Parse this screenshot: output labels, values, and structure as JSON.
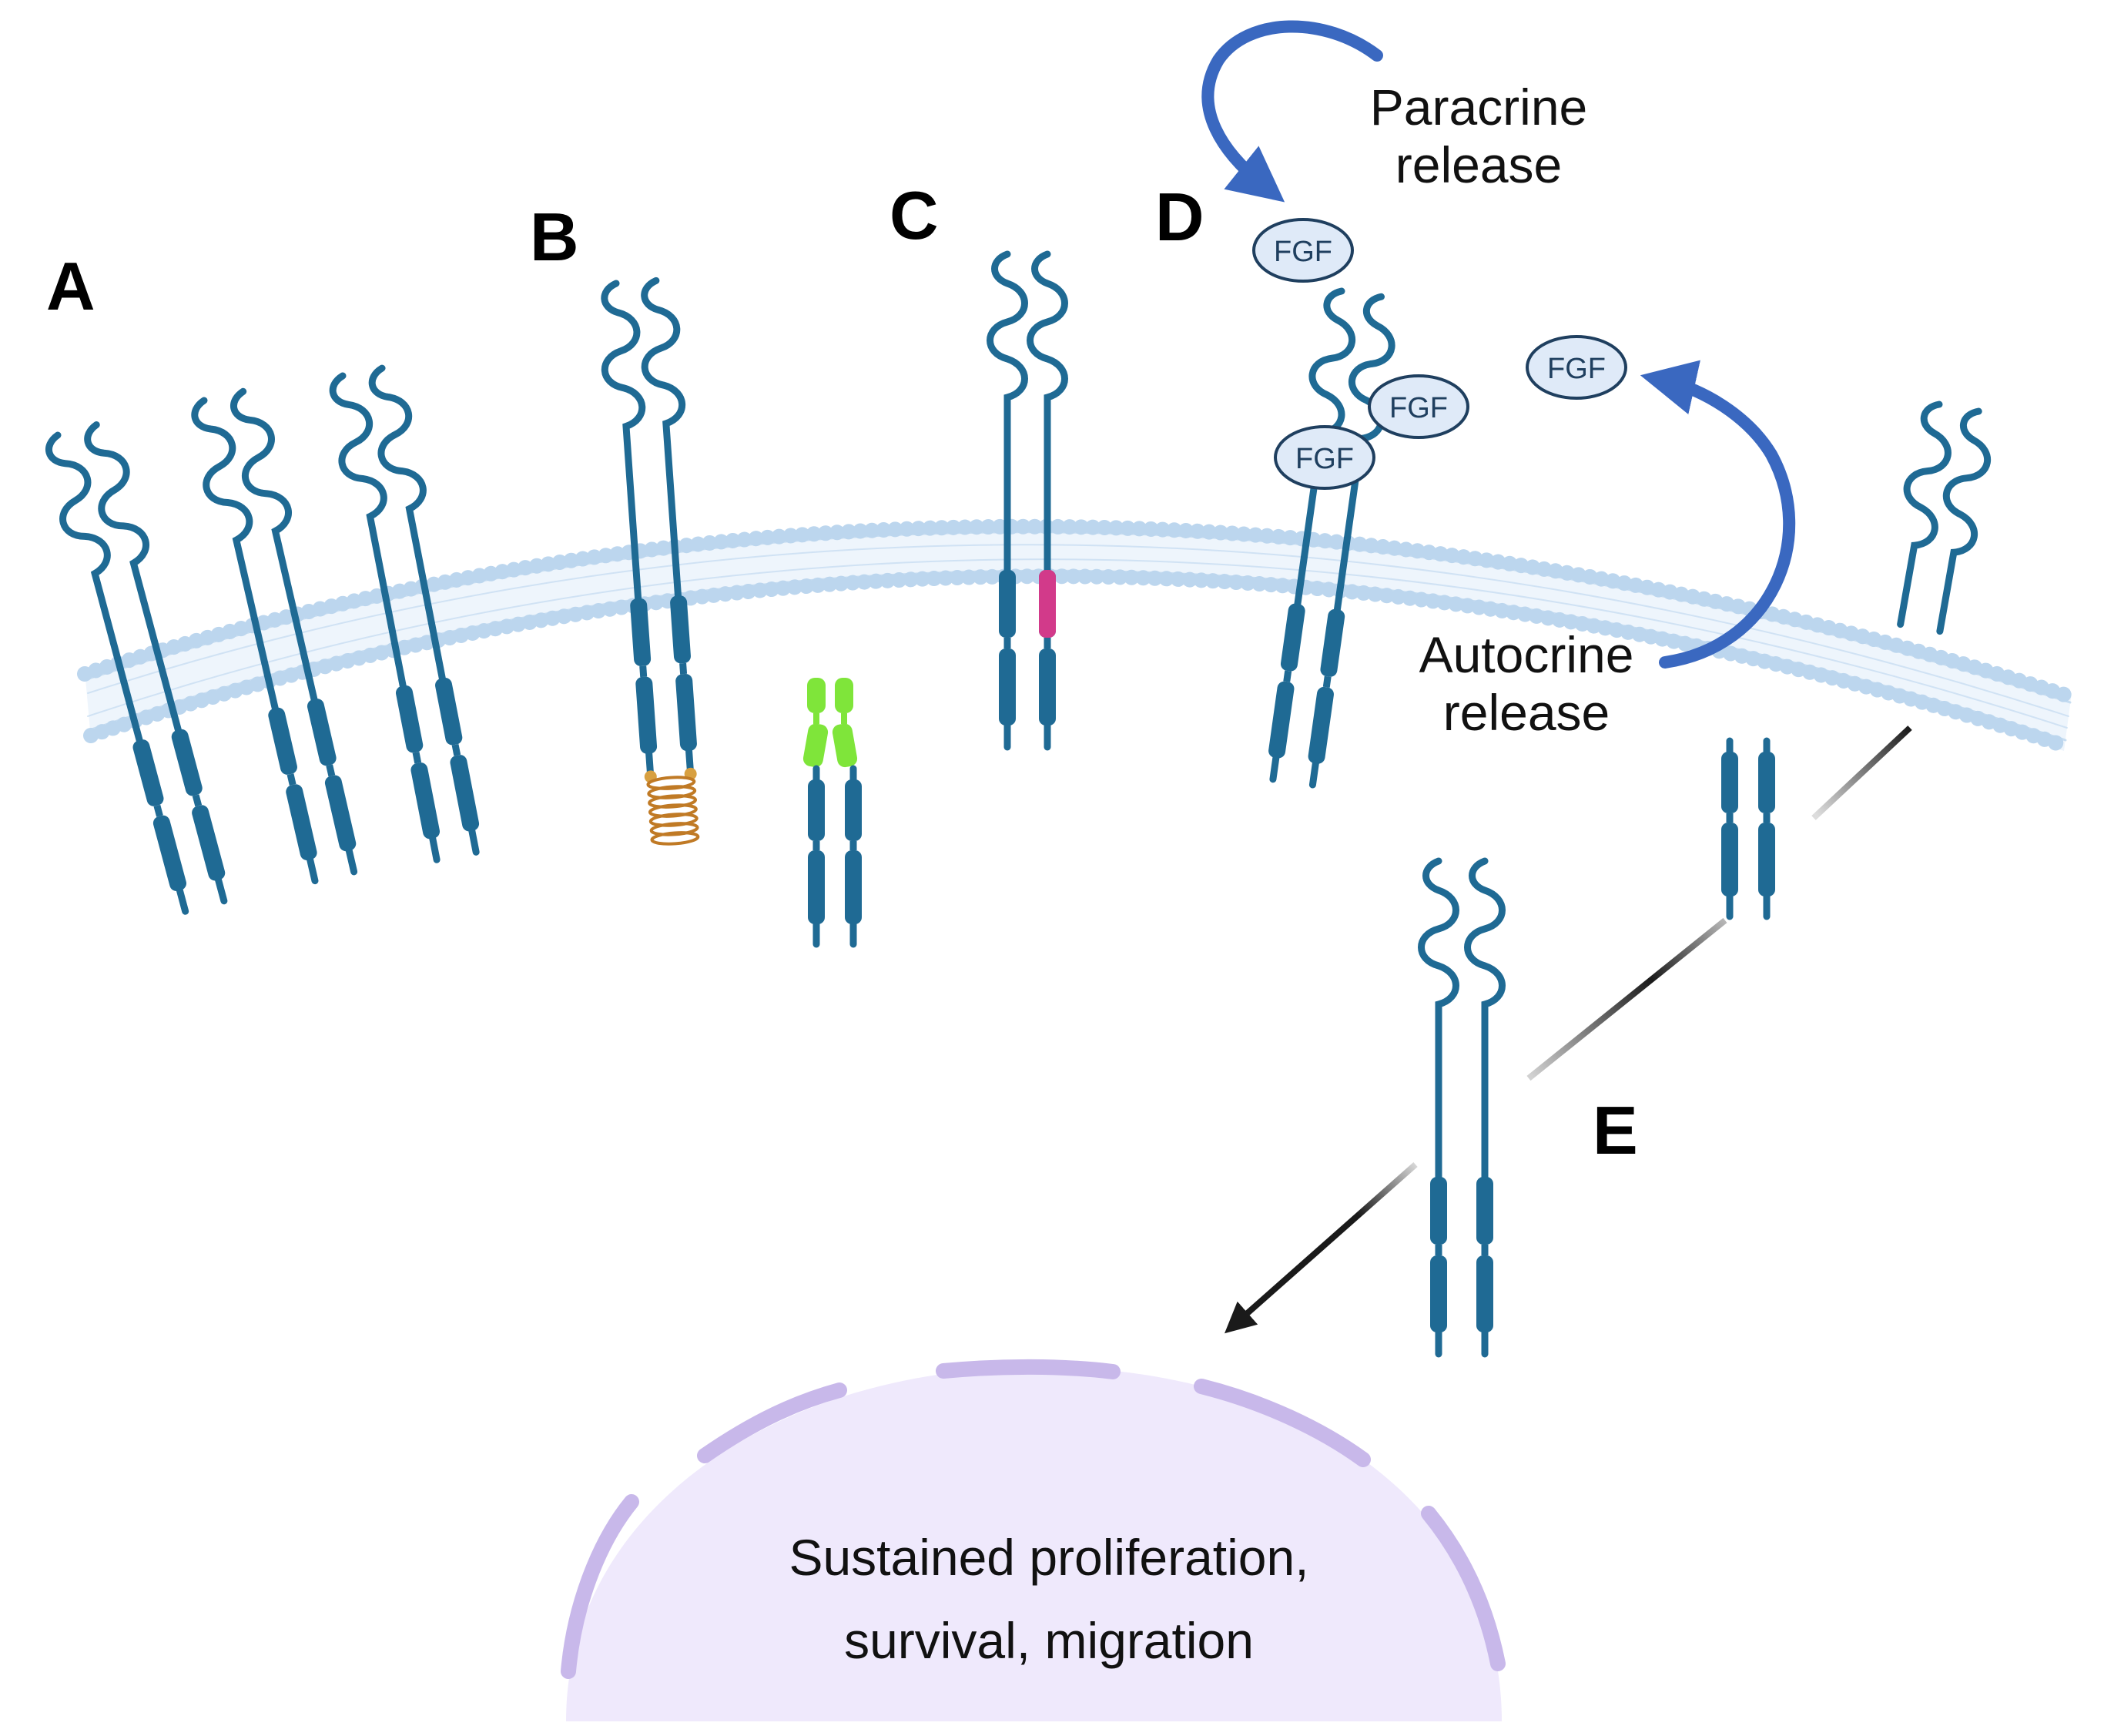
{
  "panels": {
    "A": "A",
    "B": "B",
    "C": "C",
    "D": "D",
    "E": "E"
  },
  "captions": {
    "paracrine_line1": "Paracrine",
    "paracrine_line2": "release",
    "autocrine_line1": "Autocrine",
    "autocrine_line2": "release"
  },
  "ligand_label": "FGF",
  "nucleus": {
    "line1": "Sustained proliferation,",
    "line2": "survival, migration"
  },
  "colors": {
    "receptor": "#1f6a94",
    "membrane": "#bcd6ee",
    "arrow_blue": "#3a68c0",
    "fusion_partner": "#7fe53a",
    "mutation": "#d23a8a",
    "coil": "#c07a25",
    "nucleus_fill": "#efe9fc",
    "nucleus_pore": "#c8b8ea",
    "fgf_fill": "#dfeaf8"
  }
}
